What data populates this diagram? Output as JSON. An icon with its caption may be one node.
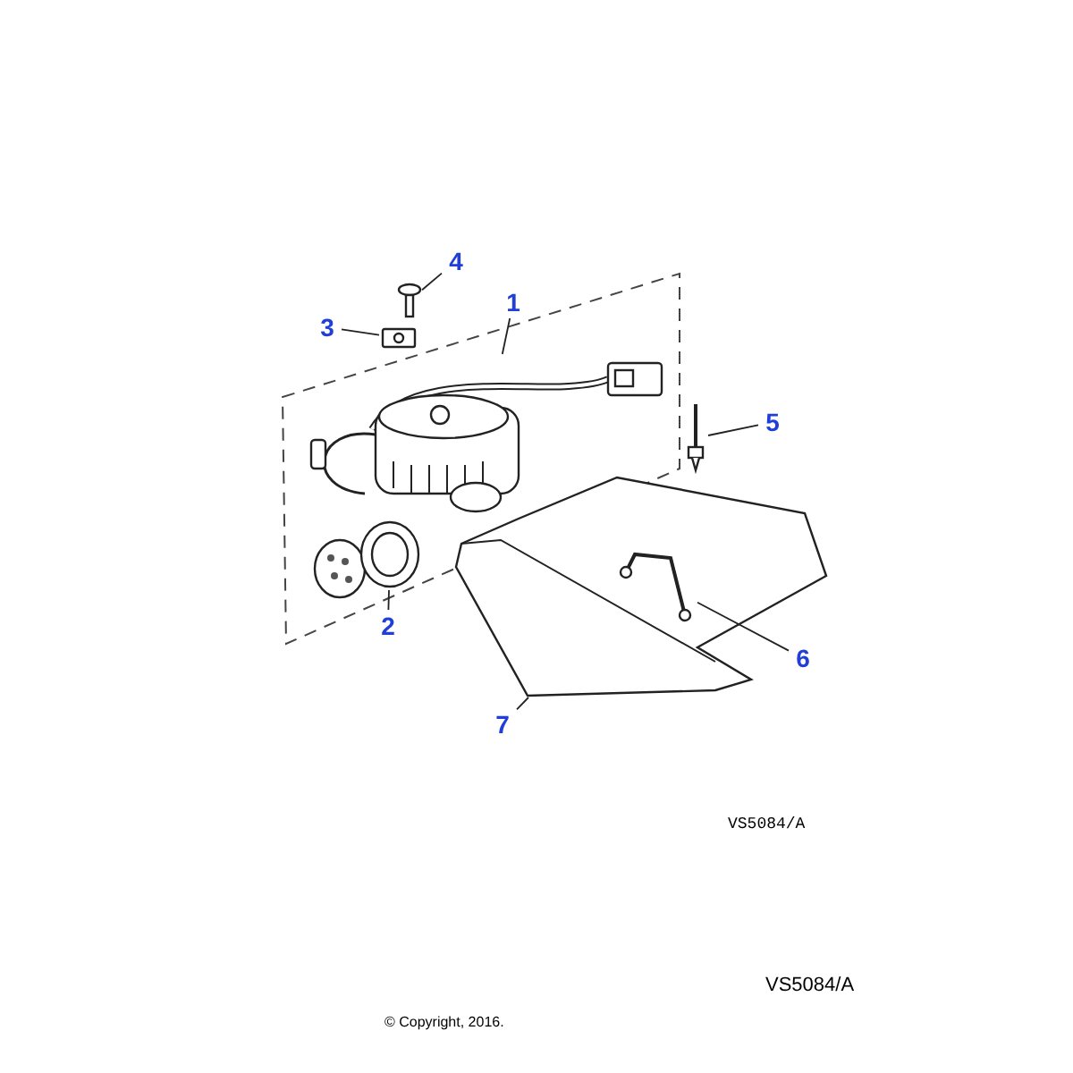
{
  "diagram": {
    "nodes": [
      {
        "text": [
          "1"
        ]
      },
      {
        "text": [
          "2"
        ]
      },
      {
        "text": [
          "3"
        ]
      },
      {
        "text": [
          "4"
        ]
      },
      {
        "text": [
          "5"
        ]
      },
      {
        "text": [
          "6"
        ]
      },
      {
        "text": [
          "7"
        ]
      },
      {
        "text": [],
        "shape": "picture"
      },
      {
        "text": [],
        "shape": "picture"
      },
      {
        "text": [],
        "shape": "picture"
      },
      {
        "text": [],
        "shape": "picture"
      },
      {
        "text": [],
        "shape": "picture"
      },
      {
        "text": [],
        "shape": "picture",
        "in": 13
      },
      {
        "text": [],
        "shape": "picture"
      }
    ],
    "edges": [
      {
        "from": 0,
        "to": 7,
        "arrow": "none"
      },
      {
        "from": 1,
        "to": 8,
        "arrow": "none"
      },
      {
        "from": 2,
        "to": 9,
        "arrow": "none"
      },
      {
        "from": 3,
        "to": 10,
        "arrow": "none"
      },
      {
        "from": 4,
        "to": 11,
        "arrow": "none"
      },
      {
        "from": 5,
        "to": 12,
        "arrow": "none"
      },
      {
        "from": 6,
        "to": 13,
        "arrow": "none"
      }
    ],
    "labels": [
      "VS5084/A",
      "VS5084/A",
      "© Copyright, 2016."
    ]
  }
}
